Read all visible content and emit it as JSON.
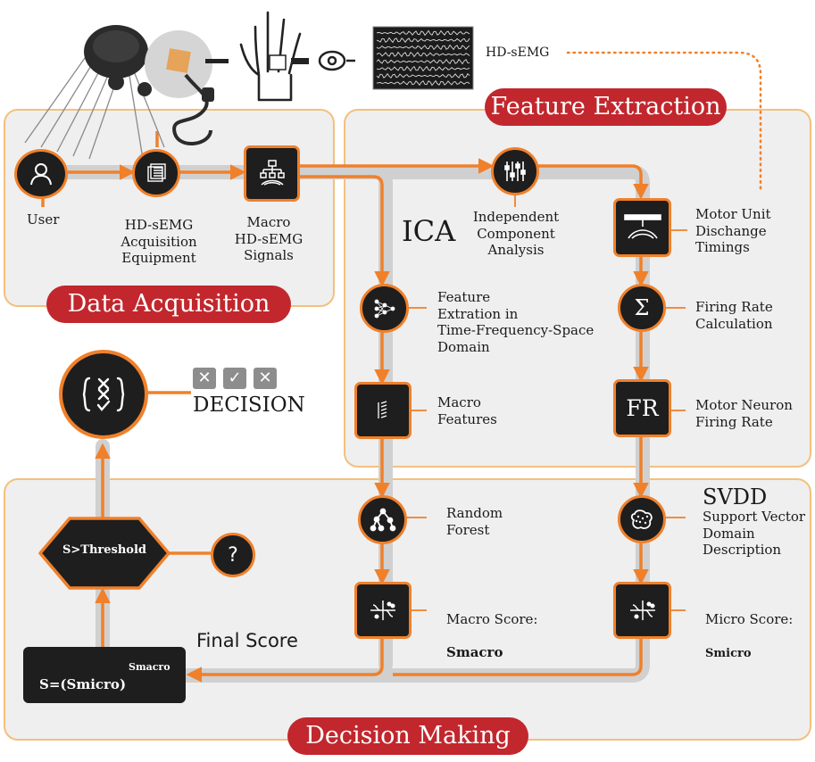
{
  "sections": {
    "data_acquisition": "Data Acquisition",
    "feature_extraction": "Feature Extraction",
    "decision_making": "Decision Making"
  },
  "nodes": {
    "user": "User",
    "acquisition_equipment": "HD-sEMG\nAcquisition\nEquipment",
    "macro_signals": "Macro\nHD-sEMG\nSignals",
    "ica_full": "Independent\nComponent\nAnalysis",
    "ica_abbrev": "ICA",
    "motor_unit": "Motor Unit\nDischange\nTimings",
    "feature_extraction_domain": "Feature\nExtration in\nTime-Frequency-Space\nDomain",
    "macro_features": "Macro\nFeatures",
    "firing_rate_calc": "Firing Rate\nCalculation",
    "motor_neuron": "Motor Neuron\nFiring Rate",
    "random_forest": "Random\nForest",
    "svdd_title": "SVDD",
    "svdd_desc": "Support Vector\nDomain\nDescription",
    "macro_score_label": "Macro Score:",
    "macro_score_symbol": "Smacro",
    "micro_score_label": "Micro Score:",
    "micro_score_symbol": "Smicro",
    "final_score": "Final Score",
    "formula_main": "S=(Smicro)",
    "formula_exp": "Smacro",
    "threshold": "S>Threshold",
    "unknown": "?",
    "decision": "DECISION",
    "hd_semg": "HD-sEMG",
    "sigma": "Σ",
    "fr": "FR"
  },
  "icons": {
    "user": "user-icon",
    "equipment": "electrode-grid-icon",
    "signals": "signal-tree-icon",
    "ica": "sliders-icon",
    "motor_unit": "spike-train-icon",
    "features": "neural-net-icon",
    "macro_features": "feature-bars-icon",
    "forest": "decision-tree-icon",
    "svdd": "domain-blob-icon",
    "decision": "decision-matrix-icon"
  },
  "colors": {
    "accent": "#f0802a",
    "pill": "#c1272d",
    "node": "#1e1e1e",
    "panel": "#efefef",
    "panel_border": "#f3c07e",
    "track": "#d0d0d0"
  }
}
